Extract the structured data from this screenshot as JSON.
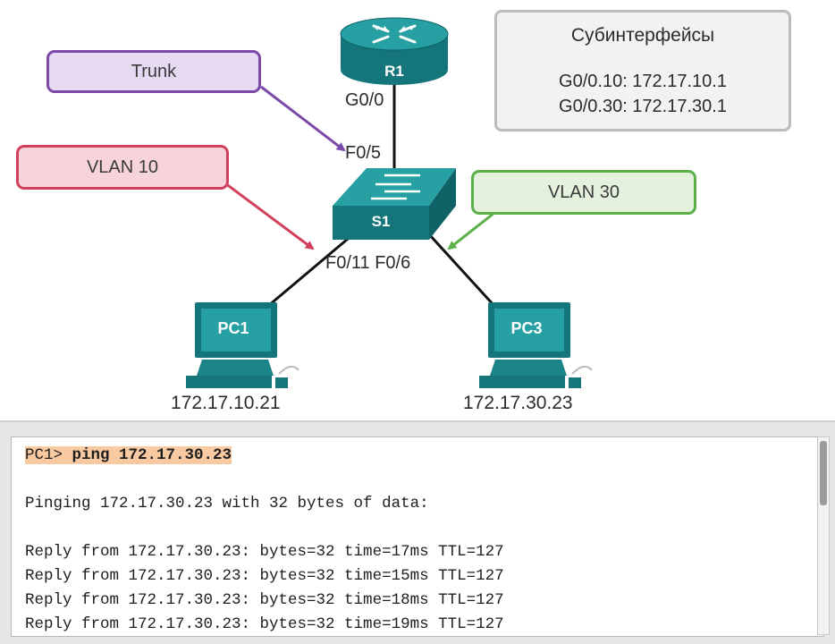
{
  "callouts": {
    "trunk": "Trunk",
    "vlan10": "VLAN 10",
    "vlan30": "VLAN 30"
  },
  "subinterfaces": {
    "title": "Субинтерфейсы",
    "lines": [
      "G0/0.10: 172.17.10.1",
      "G0/0.30: 172.17.30.1"
    ]
  },
  "devices": {
    "router": {
      "name": "R1",
      "port": "G0/0"
    },
    "switch": {
      "name": "S1",
      "uplink_port": "F0/5",
      "access_ports": "F0/11 F0/6"
    },
    "pc1": {
      "name": "PC1",
      "ip": "172.17.10.21"
    },
    "pc3": {
      "name": "PC3",
      "ip": "172.17.30.23"
    }
  },
  "colors": {
    "trunk_border": "#7b4aa8",
    "trunk_fill": "#e5daf1",
    "vlan10_border": "#d0405c",
    "vlan10_fill": "#f7d4da",
    "vlan30_border": "#5bb04a",
    "vlan30_fill": "#e3f1dd",
    "device": "#1f8c8c",
    "command_highlight": "#f9caa2"
  },
  "terminal": {
    "prompt": "PC1>",
    "command": "ping 172.17.30.23",
    "lines": [
      "Pinging 172.17.30.23 with 32 bytes of data:",
      "",
      "Reply from 172.17.30.23: bytes=32 time=17ms TTL=127",
      "Reply from 172.17.30.23: bytes=32 time=15ms TTL=127",
      "Reply from 172.17.30.23: bytes=32 time=18ms TTL=127",
      "Reply from 172.17.30.23: bytes=32 time=19ms TTL=127"
    ]
  }
}
